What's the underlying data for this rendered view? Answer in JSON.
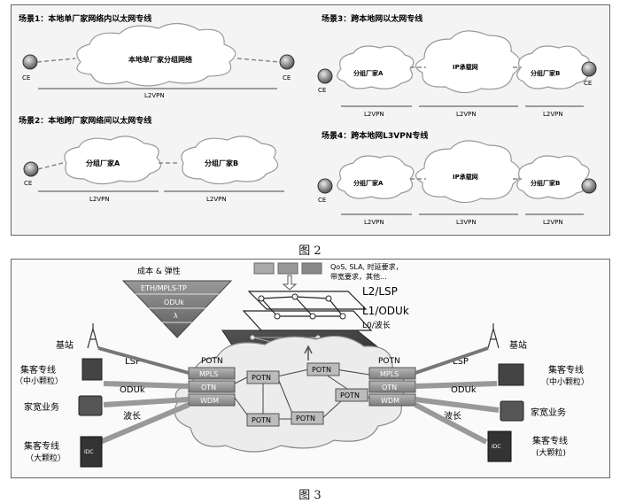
{
  "figure2": {
    "caption": "图 2",
    "scene1": {
      "title": "场景1：本地单厂家网络内以太网专线",
      "cloud": "本地单厂家分组网络",
      "ce_left": "CE",
      "ce_right": "CE",
      "span": "L2VPN"
    },
    "scene2": {
      "title": "场景2：本地跨厂家网络间以太网专线",
      "cloud_a": "分组厂家A",
      "cloud_b": "分组厂家B",
      "ce": "CE",
      "span_a": "L2VPN",
      "span_b": "L2VPN"
    },
    "scene3": {
      "title": "场景3：跨本地网以太网专线",
      "cloud_a": "分组厂家A",
      "cloud_mid": "IP承载网",
      "cloud_b": "分组厂家B",
      "ce_left": "CE",
      "ce_right": "CE",
      "span_a": "L2VPN",
      "span_mid": "L2VPN",
      "span_b": "L2VPN"
    },
    "scene4": {
      "title": "场景4：跨本地网L3VPN专线",
      "cloud_a": "分组厂家A",
      "cloud_mid": "IP承载网",
      "cloud_b": "分组厂家B",
      "ce_left": "CE",
      "span_a": "L2VPN",
      "span_mid": "L3VPN",
      "span_b": "L2VPN"
    }
  },
  "figure3": {
    "caption": "图 3",
    "triangle": {
      "title": "成本 & 弹性",
      "layers": [
        "ETH/MPLS-TP",
        "ODUk",
        "λ"
      ]
    },
    "requirements": "QoS, SLA, 时延要求，\n带宽要求，其他...",
    "layers": {
      "l2": "L2/LSP",
      "l1": "L1/ODUk",
      "l0": "L0/波长"
    },
    "potn": {
      "label": "POTN",
      "stack": [
        "MPLS",
        "OTN",
        "WDM"
      ]
    },
    "left": {
      "base_station": "基站",
      "lsp": "LSP",
      "group_small_1": "集客专线",
      "group_small_2": "（中小颗粒）",
      "oduk": "ODUk",
      "home": "家宽业务",
      "wave": "波长",
      "group_large_1": "集客专线",
      "group_large_2": "（大颗粒）",
      "idc": "IDC"
    },
    "right": {
      "base_station": "基站",
      "lsp": "LSP",
      "group_small_1": "集客专线",
      "group_small_2": "（中小颗粒）",
      "oduk": "ODUk",
      "home": "家宽业务",
      "wave": "波长",
      "group_large_1": "集客专线",
      "group_large_2": "(大颗粒)",
      "idc": "IDC"
    }
  }
}
